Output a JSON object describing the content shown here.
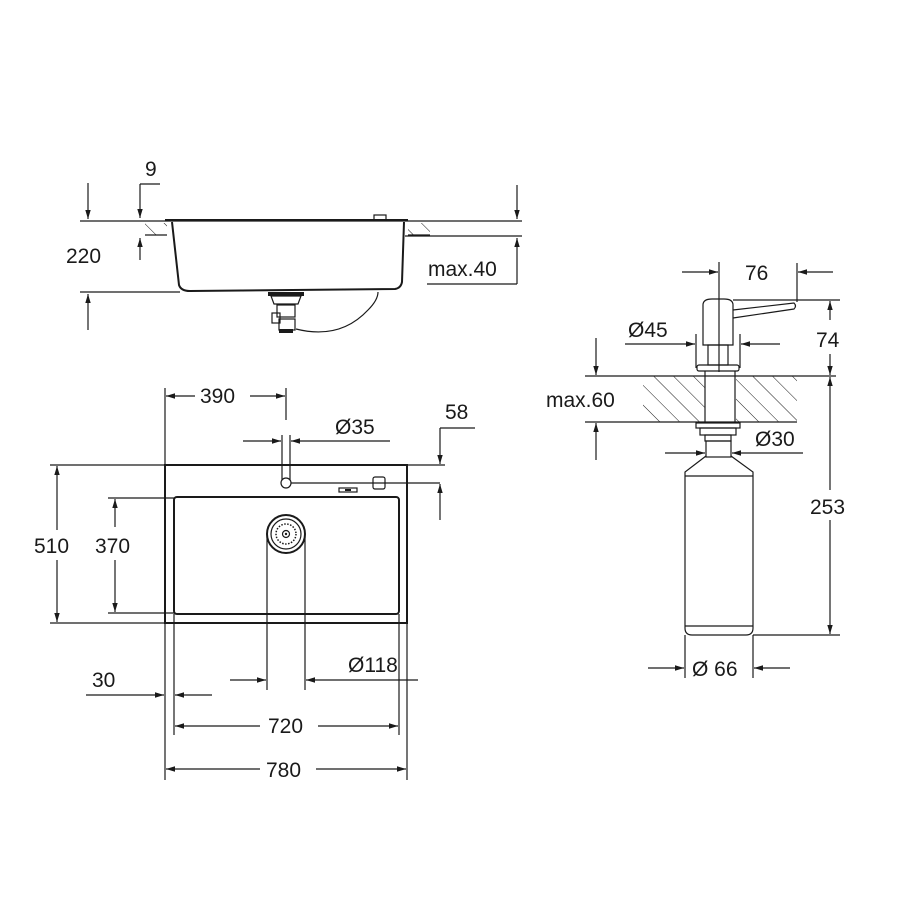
{
  "drawing": {
    "title": "Kitchen sink and soap dispenser dimension drawing",
    "line_color": "#1a1a1a",
    "background": "#ffffff",
    "units": "mm"
  },
  "side_view": {
    "labels": {
      "rim_thickness": "9",
      "total_depth": "220",
      "countertop_thickness": "max.40"
    }
  },
  "top_view": {
    "labels": {
      "tap_hole_position": "390",
      "tap_hole_diameter": "Ø35",
      "tap_hole_offset": "58",
      "outer_depth": "510",
      "bowl_depth": "370",
      "edge_offset": "30",
      "drain_diameter": "Ø118",
      "bowl_width": "720",
      "outer_width": "780"
    }
  },
  "dispenser_view": {
    "labels": {
      "spout_reach": "76",
      "head_diameter": "Ø45",
      "head_height": "74",
      "countertop_thickness": "max.60",
      "shank_diameter": "Ø30",
      "total_height": "253",
      "bottle_diameter": "Ø 66"
    }
  }
}
